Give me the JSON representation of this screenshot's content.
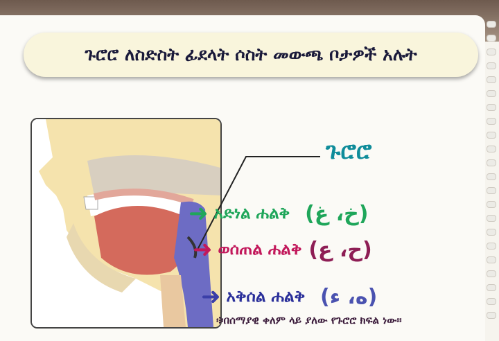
{
  "title": "ጉሮሮ ለስድስት ፊደላት ሶስት መውጫ ቦታዎች አሉት",
  "throat_label": "ጉሮሮ",
  "points": [
    {
      "name": "አድነል ሐልቅ",
      "letters": "(خ، غ)",
      "color": "#1fa65a"
    },
    {
      "name": "ወሰጠል ሐልቅ",
      "letters": "(ح، ع)",
      "color": "#c2185b"
    },
    {
      "name": "አቅሰል ሐልቅ",
      "letters": "(ه، ء)",
      "color": "#3b3fa8"
    }
  ],
  "arrow_glyph": "➜",
  "note": "፨በሰማያዊ ቀለም ላይ ያለው የጉሮሮ ክፍል ነው።"
}
